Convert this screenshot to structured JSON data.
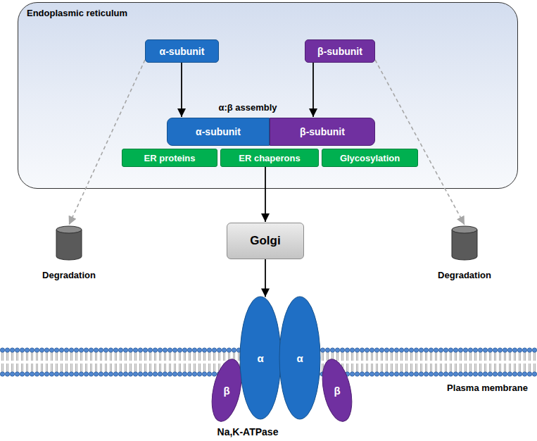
{
  "diagram": {
    "nodes": [
      {
        "text": [
          "Endoplasmic reticulum"
        ]
      },
      {
        "text": [
          "α-subunit"
        ],
        "in": 0
      },
      {
        "text": [
          "β-subunit"
        ],
        "in": 0
      },
      {
        "text": [
          "α-subunit"
        ],
        "in": 0
      },
      {
        "text": [
          "β-subunit"
        ],
        "in": 0
      },
      {
        "text": [
          "ER proteins"
        ],
        "in": 0
      },
      {
        "text": [
          "ER chaperons"
        ],
        "in": 0
      },
      {
        "text": [
          "Glycosylation"
        ],
        "in": 0
      },
      {
        "text": [
          "Degradation"
        ]
      },
      {
        "text": [
          "Golgi"
        ]
      },
      {
        "text": [
          "Degradation"
        ]
      },
      {
        "text": [
          "β"
        ]
      },
      {
        "text": [
          "α"
        ]
      },
      {
        "text": [
          "α"
        ]
      },
      {
        "text": [
          "β"
        ]
      }
    ],
    "edges": [
      {
        "from": 1,
        "to": 3,
        "arrow": "to"
      },
      {
        "from": 2,
        "to": 4,
        "arrow": "to"
      },
      {
        "from": 1,
        "to": 8,
        "arrow": "to"
      },
      {
        "from": 2,
        "to": 10,
        "arrow": "to"
      },
      {
        "from": 6,
        "to": 9,
        "arrow": "to"
      },
      {
        "from": 9,
        "to": 12,
        "arrow": "to"
      }
    ],
    "labels": [
      "α:β assembly",
      "Na,K-ATPase",
      "Plasma membrane"
    ]
  }
}
